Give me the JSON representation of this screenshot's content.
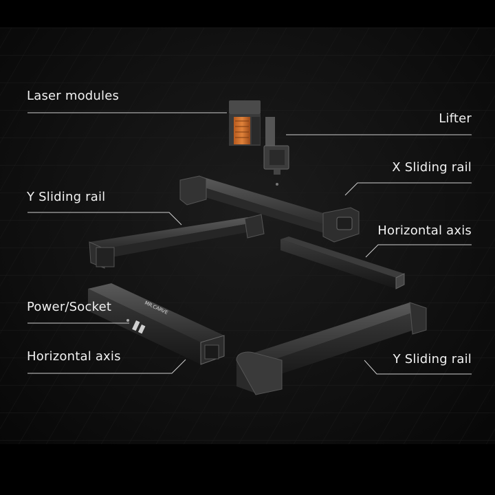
{
  "labels": {
    "laser_modules": "Laser modules",
    "lifter": "Lifter",
    "x_sliding_rail": "X Sliding rail",
    "y_sliding_rail_left": "Y Sliding rail",
    "horizontal_axis_right": "Horizontal axis",
    "power_socket": "Power/Socket",
    "horizontal_axis_left": "Horizontal axis",
    "y_sliding_rail_right": "Y Sliding rail"
  },
  "brand_mark": "MR.CARVE",
  "colors": {
    "background": "#000000",
    "panel": "#141414",
    "rail_metal": "#3a3a3a",
    "label_text": "#f2f2f2",
    "leader_line": "#cfcfcf",
    "laser_accent": "#d9732c"
  }
}
